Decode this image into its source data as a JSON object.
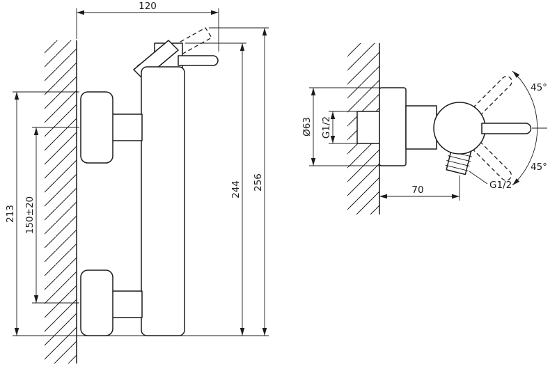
{
  "page": {
    "background_color": "#ffffff",
    "line_color": "#1c1c1c"
  },
  "views": {
    "front": {
      "dim_width_top": "120",
      "dim_height_overall": "213",
      "dim_mount_spacing": "150±20",
      "dim_body_height": "244",
      "dim_total_height": "256"
    },
    "side": {
      "dim_escutcheon_diameter": "Ø63",
      "dim_inlet_thread": "G1/2",
      "dim_depth": "70",
      "dim_outlet_thread": "G1/2",
      "dim_handle_angle_up": "45°",
      "dim_handle_angle_down": "45°"
    }
  }
}
